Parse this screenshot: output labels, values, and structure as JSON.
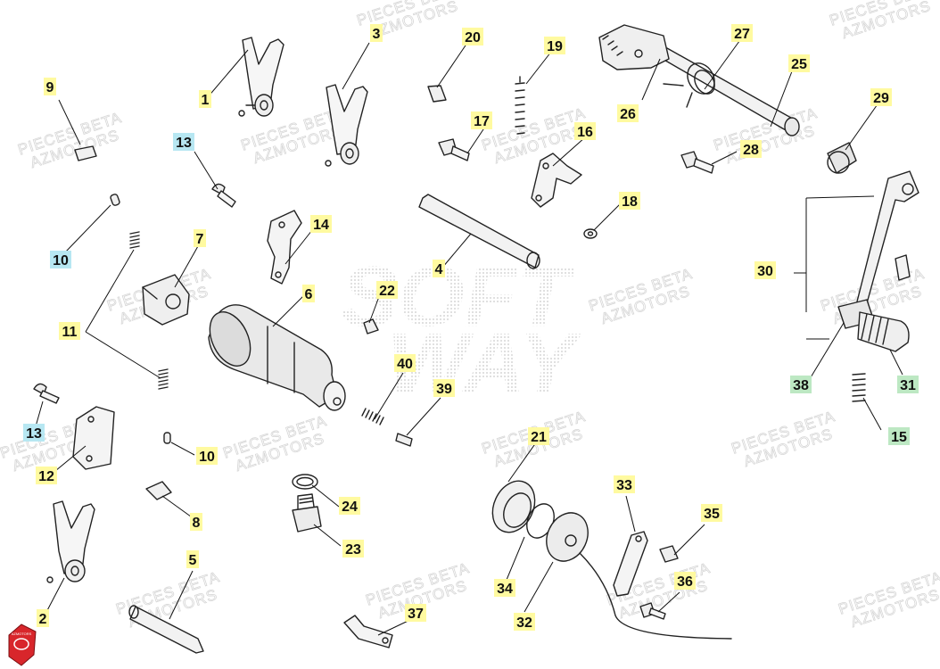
{
  "diagram": {
    "watermark_lines": [
      "PIECES BETA",
      "AZMOTORS"
    ],
    "center_watermark": [
      "SOFT",
      "WAY"
    ],
    "logo_text": "AZMOTORS",
    "label_fill_default": "#fffaa0",
    "label_fill_blue": "#b7e7f2",
    "label_fill_green": "#bde8c3",
    "callouts": [
      {
        "id": "1",
        "color": "yellow"
      },
      {
        "id": "2",
        "color": "yellow"
      },
      {
        "id": "3",
        "color": "yellow"
      },
      {
        "id": "4",
        "color": "yellow"
      },
      {
        "id": "5",
        "color": "yellow"
      },
      {
        "id": "6",
        "color": "yellow"
      },
      {
        "id": "7",
        "color": "yellow"
      },
      {
        "id": "8",
        "color": "yellow"
      },
      {
        "id": "9",
        "color": "yellow"
      },
      {
        "id": "10",
        "color": "blue"
      },
      {
        "id": "10",
        "color": "yellow"
      },
      {
        "id": "11",
        "color": "yellow"
      },
      {
        "id": "12",
        "color": "yellow"
      },
      {
        "id": "13",
        "color": "blue"
      },
      {
        "id": "13",
        "color": "blue"
      },
      {
        "id": "14",
        "color": "yellow"
      },
      {
        "id": "15",
        "color": "green"
      },
      {
        "id": "16",
        "color": "yellow"
      },
      {
        "id": "17",
        "color": "yellow"
      },
      {
        "id": "18",
        "color": "yellow"
      },
      {
        "id": "19",
        "color": "yellow"
      },
      {
        "id": "20",
        "color": "yellow"
      },
      {
        "id": "21",
        "color": "yellow"
      },
      {
        "id": "22",
        "color": "yellow"
      },
      {
        "id": "23",
        "color": "yellow"
      },
      {
        "id": "24",
        "color": "yellow"
      },
      {
        "id": "25",
        "color": "yellow"
      },
      {
        "id": "26",
        "color": "yellow"
      },
      {
        "id": "27",
        "color": "yellow"
      },
      {
        "id": "28",
        "color": "yellow"
      },
      {
        "id": "29",
        "color": "yellow"
      },
      {
        "id": "30",
        "color": "yellow"
      },
      {
        "id": "31",
        "color": "green"
      },
      {
        "id": "32",
        "color": "yellow"
      },
      {
        "id": "33",
        "color": "yellow"
      },
      {
        "id": "34",
        "color": "yellow"
      },
      {
        "id": "35",
        "color": "yellow"
      },
      {
        "id": "36",
        "color": "yellow"
      },
      {
        "id": "37",
        "color": "yellow"
      },
      {
        "id": "38",
        "color": "green"
      },
      {
        "id": "39",
        "color": "yellow"
      },
      {
        "id": "40",
        "color": "yellow"
      }
    ]
  }
}
